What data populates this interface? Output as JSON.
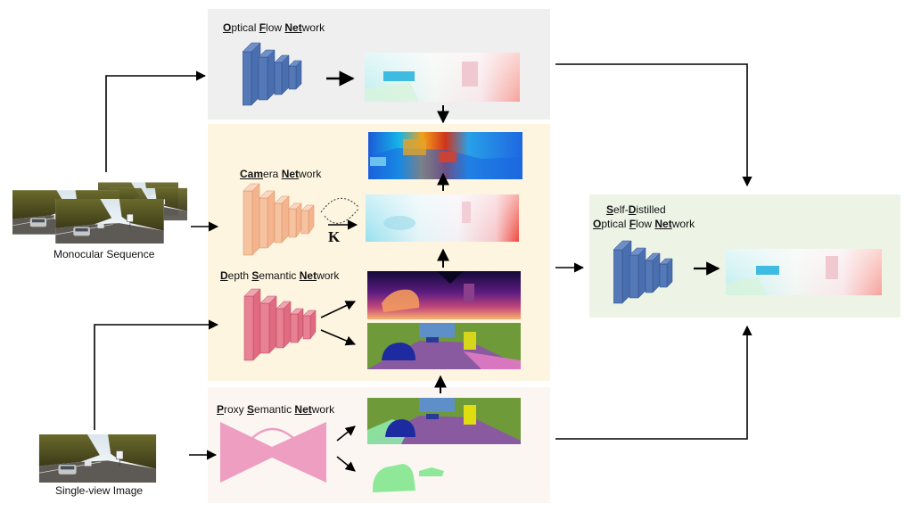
{
  "labels": {
    "optical_flow": [
      [
        "O",
        true
      ],
      [
        "ptical ",
        false
      ],
      [
        "F",
        true
      ],
      [
        "low ",
        false
      ],
      [
        "Net",
        true
      ],
      [
        "work",
        false
      ]
    ],
    "camera": [
      [
        "Cam",
        true
      ],
      [
        "era ",
        false
      ],
      [
        "Net",
        true
      ],
      [
        "work",
        false
      ]
    ],
    "depth_semantic": [
      [
        "D",
        true
      ],
      [
        "epth ",
        false
      ],
      [
        "S",
        true
      ],
      [
        "emantic ",
        false
      ],
      [
        "Net",
        true
      ],
      [
        "work",
        false
      ]
    ],
    "proxy_semantic": [
      [
        "P",
        true
      ],
      [
        "roxy ",
        false
      ],
      [
        "S",
        true
      ],
      [
        "emantic ",
        false
      ],
      [
        "Net",
        true
      ],
      [
        "work",
        false
      ]
    ],
    "self_distilled_line1": [
      [
        " ",
        false
      ],
      [
        "S",
        true
      ],
      [
        "elf-",
        false
      ],
      [
        "D",
        true
      ],
      [
        "istilled",
        false
      ]
    ],
    "self_distilled_line2": [
      [
        "O",
        true
      ],
      [
        "ptical ",
        false
      ],
      [
        "F",
        true
      ],
      [
        "low ",
        false
      ],
      [
        "Net",
        true
      ],
      [
        "work",
        false
      ]
    ]
  },
  "inputs": {
    "monocular": "Monocular Sequence",
    "single_view": "Single-view Image"
  },
  "intrinsics_symbol": "K",
  "colors": {
    "optical_panel": "#efefef",
    "camera_depth_panel": "#fdf5e0",
    "proxy_panel": "#fcf6f3",
    "self_distilled_panel": "#edf4e6",
    "flow_net": "#4a6fae",
    "camera_net": "#f3b48e",
    "depth_net": "#e06a80",
    "proxy_net": "#ee9ec0"
  }
}
